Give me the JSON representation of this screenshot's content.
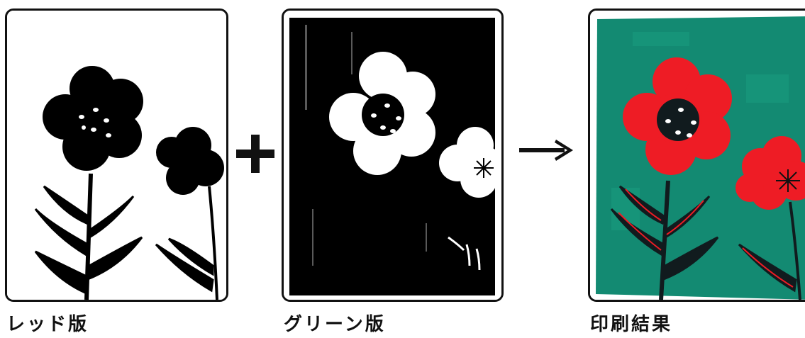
{
  "panels": [
    {
      "id": "red",
      "caption": "レッド版"
    },
    {
      "id": "green",
      "caption": "グリーン版"
    },
    {
      "id": "result",
      "caption": "印刷結果"
    }
  ],
  "operators": {
    "plus_icon": "plus-icon",
    "arrow_icon": "arrow-right-icon"
  },
  "colors": {
    "ink": "#111111",
    "red_ink": "#ee1c25",
    "green_ink": "#138a72",
    "paper": "#ffffff"
  }
}
